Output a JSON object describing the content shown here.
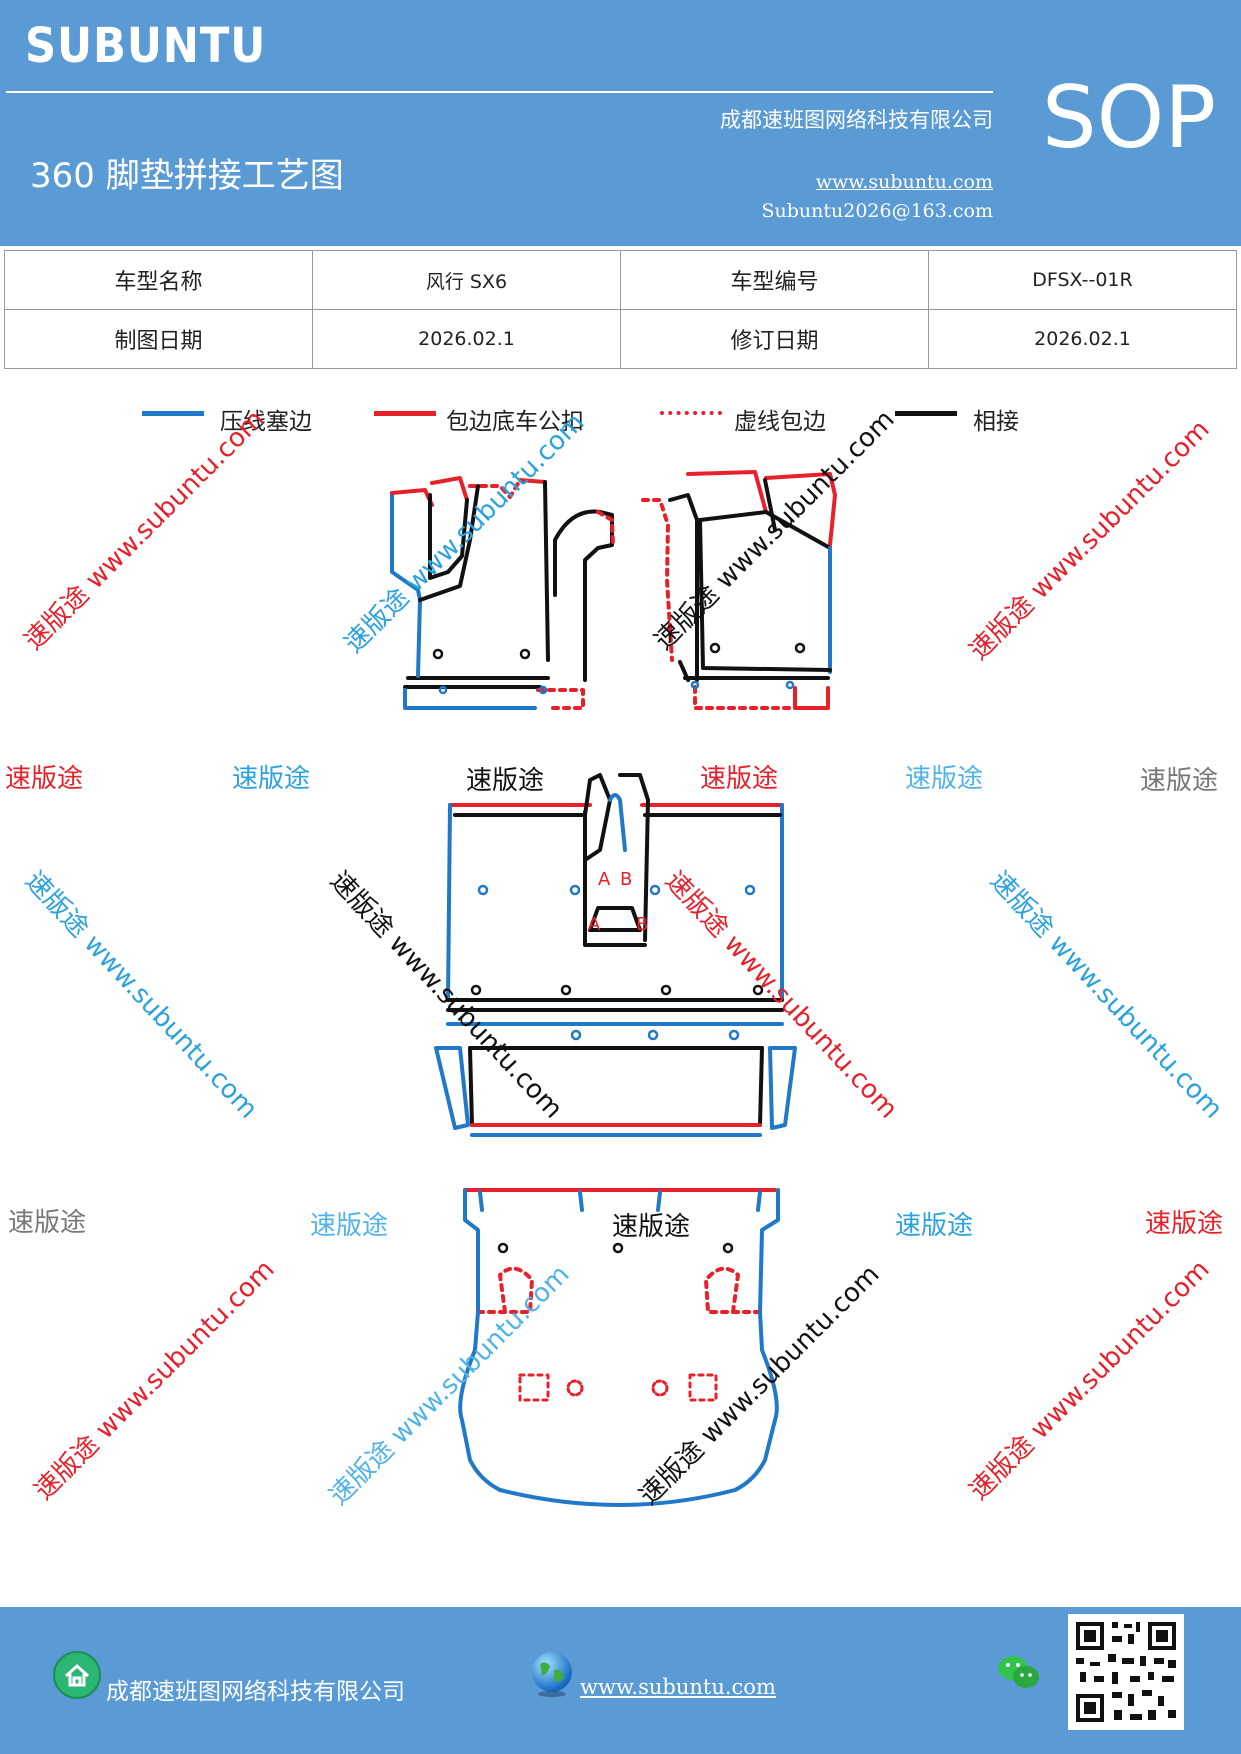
{
  "header": {
    "brand": "SUBUNTU",
    "company": "成都速班图网络科技有限公司",
    "title": "360 脚垫拼接工艺图",
    "website": "www.subuntu.com",
    "email": "Subuntu2026@163.com",
    "badge": "SOP"
  },
  "info_table": {
    "r1": [
      "车型名称",
      "风行 SX6",
      "车型编号",
      "DFSX--01R"
    ],
    "r2": [
      "制图日期",
      "2026.02.1",
      "修订日期",
      "2026.02.1"
    ]
  },
  "legend": [
    {
      "label": "压线塞边",
      "color": "#1f78c8",
      "style": "solid"
    },
    {
      "label": "包边底车公扣",
      "color": "#e8202a",
      "style": "solid"
    },
    {
      "label": "虚线包边",
      "color": "#e8202a",
      "style": "dotted"
    },
    {
      "label": "相接",
      "color": "#111111",
      "style": "solid"
    }
  ],
  "watermark": {
    "brand": "速版途",
    "url": "www.subuntu.com",
    "full": "速版途 www.subuntu.com"
  },
  "part_labels": {
    "a": "A",
    "b": "B"
  },
  "footer": {
    "company": "成都速班图网络科技有限公司",
    "website": "www.subuntu.com"
  },
  "colors": {
    "header_bg": "#5b9bd5",
    "blue": "#1f78c8",
    "red": "#e8202a",
    "black": "#111111",
    "wm_red": "#e8202a",
    "wm_blue": "#2aa1e0",
    "wm_lightblue": "#4fb3ea",
    "wm_gray": "#777777"
  }
}
